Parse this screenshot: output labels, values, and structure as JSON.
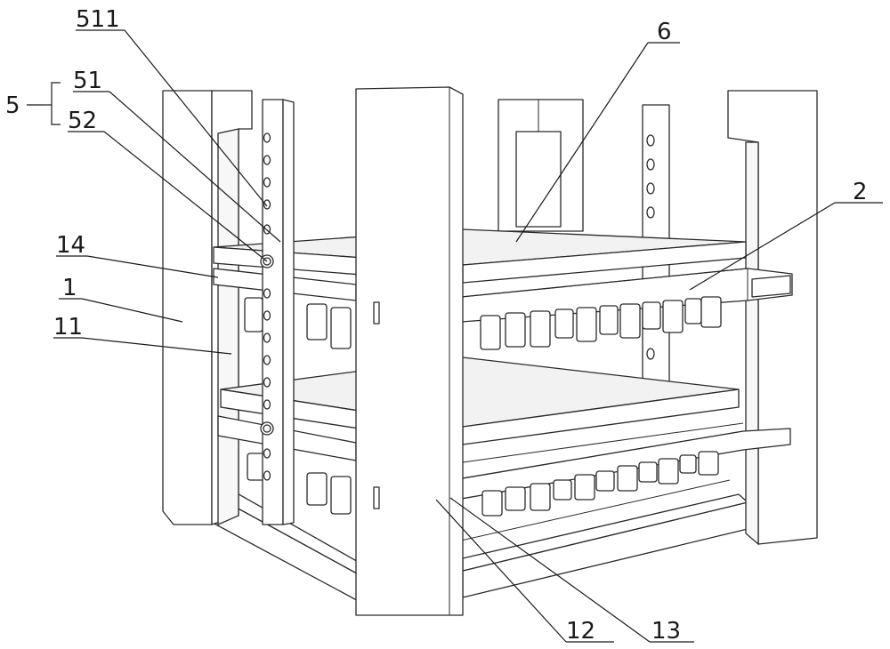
{
  "labels": {
    "l511": "511",
    "l51": "51",
    "l5": "5",
    "l52": "52",
    "l14": "14",
    "l1": "1",
    "l11": "11",
    "l6": "6",
    "l2": "2",
    "l12": "12",
    "l13": "13"
  },
  "colors": {
    "line": "#2a2a2a",
    "background": "#ffffff"
  }
}
